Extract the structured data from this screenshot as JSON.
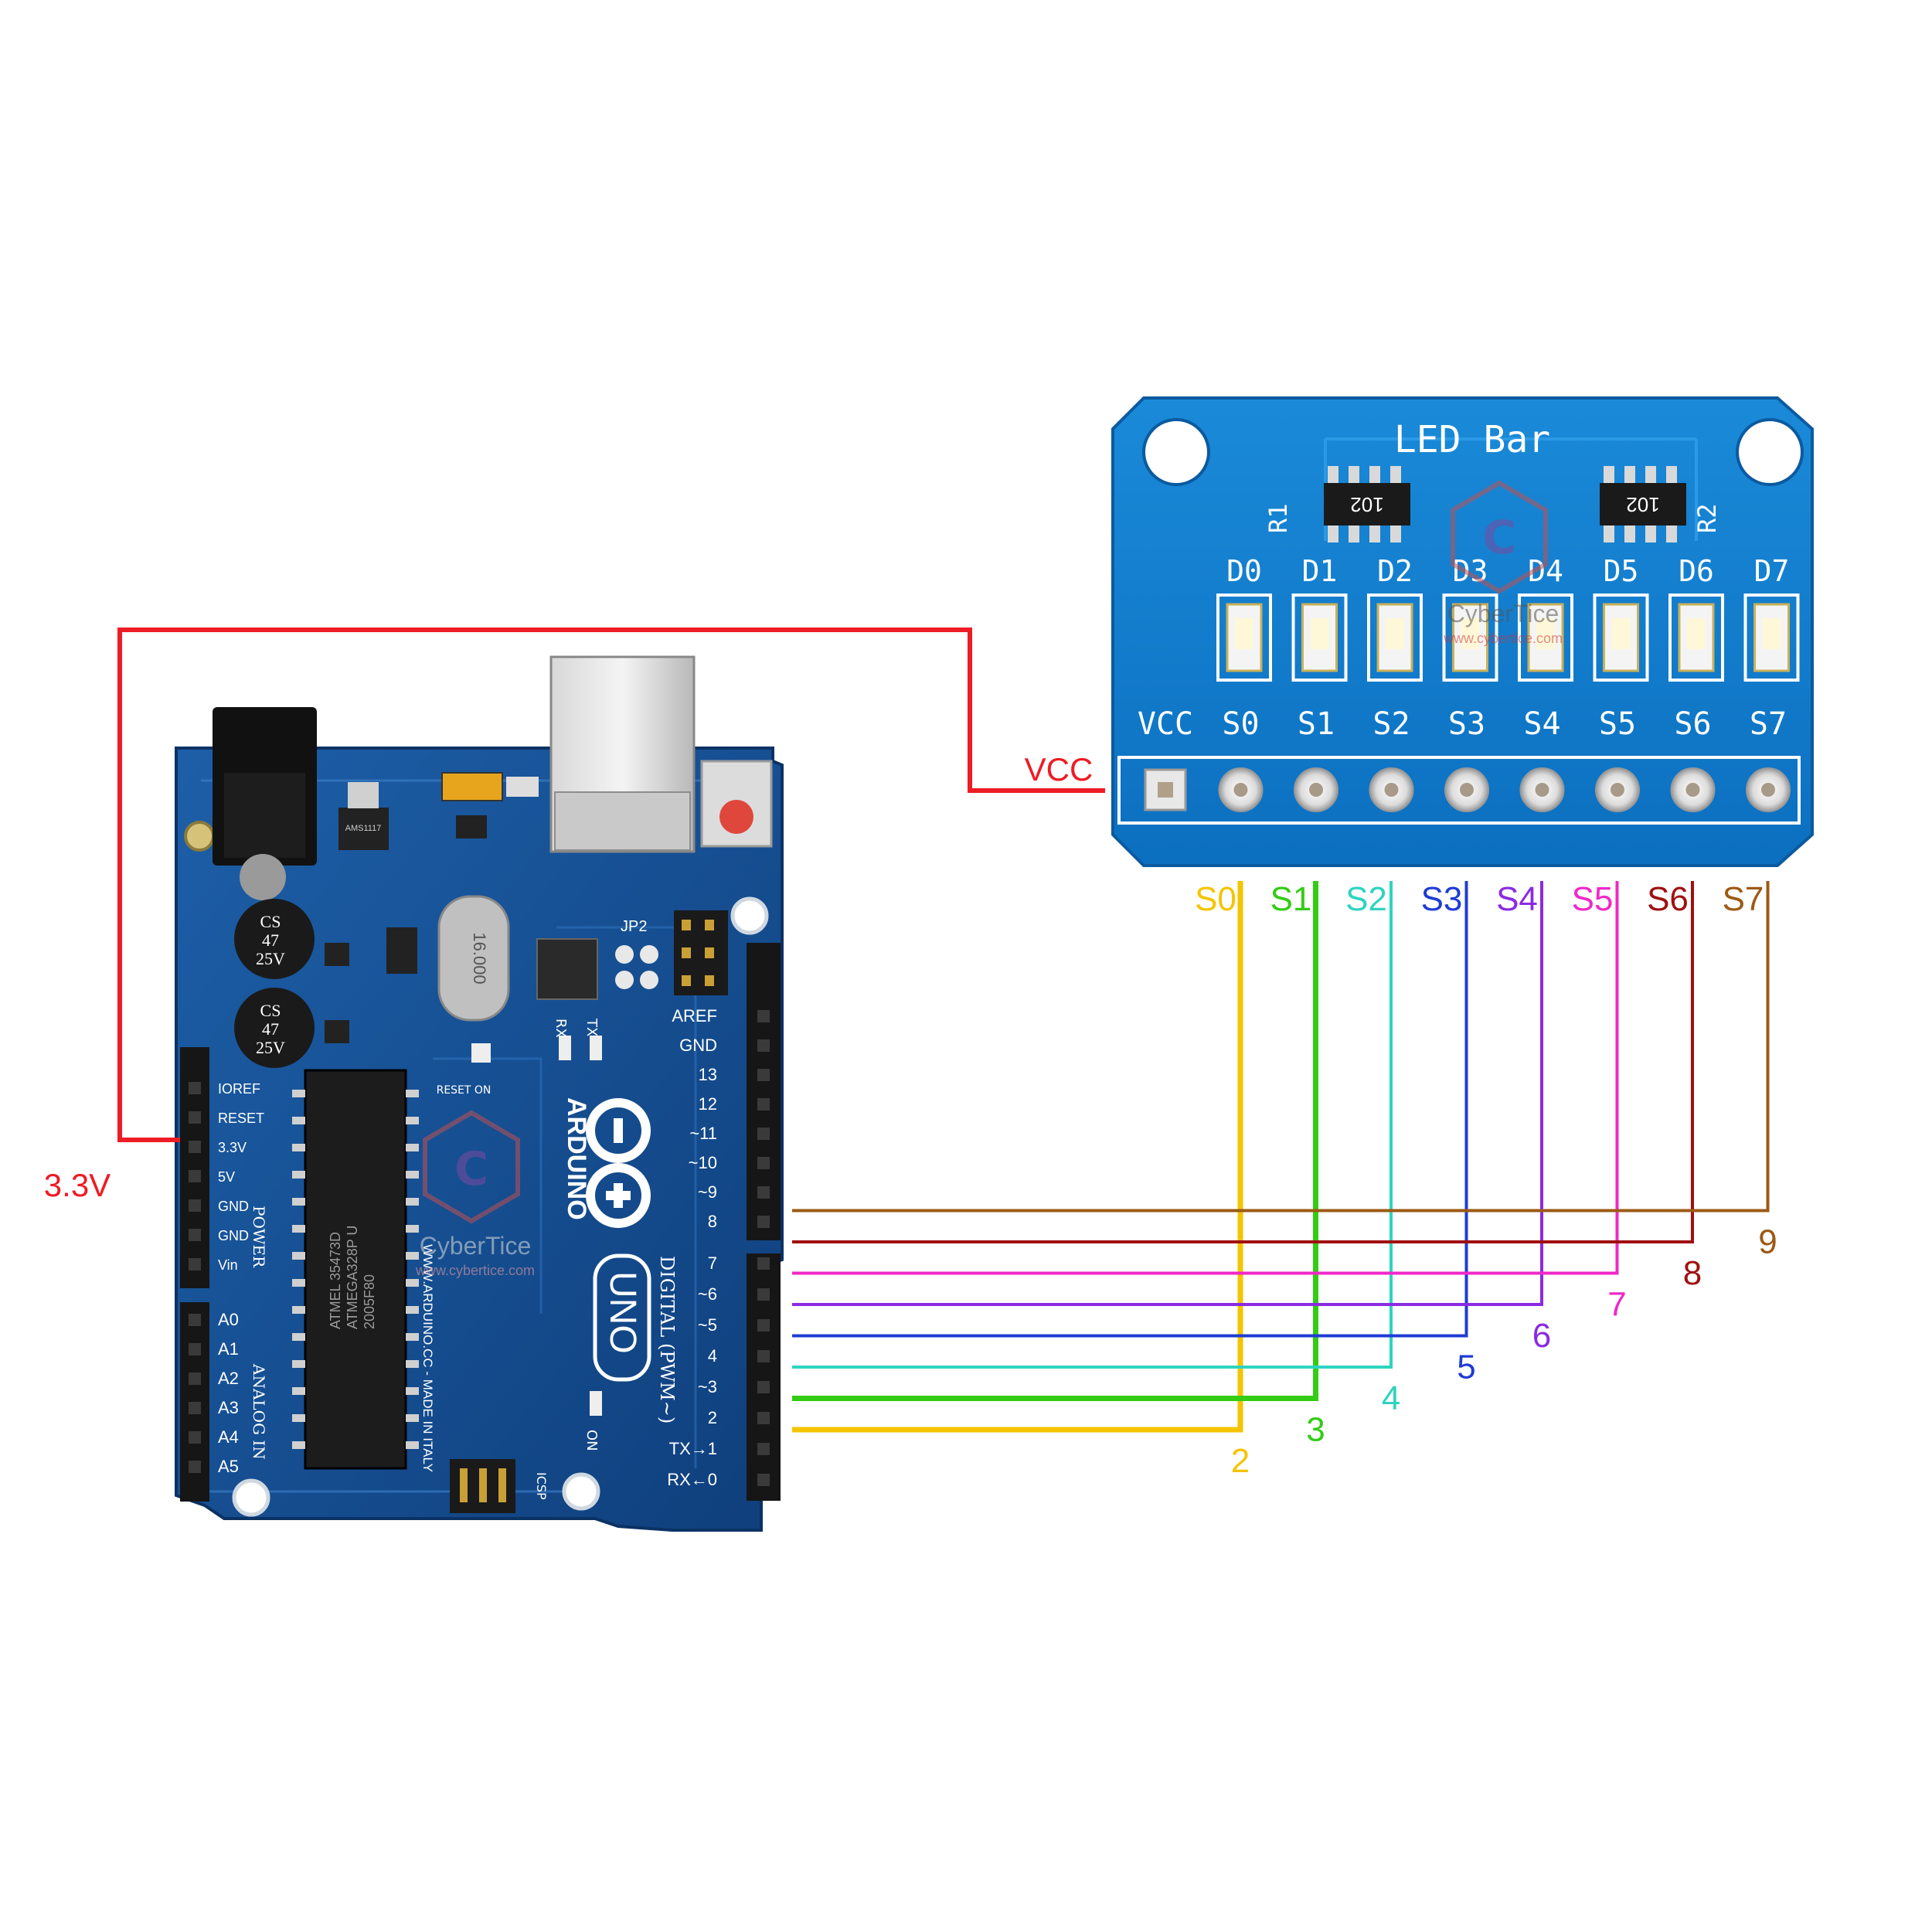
{
  "led_module": {
    "title": "LED Bar",
    "resistors": [
      {
        "designator": "R1",
        "marking": "102"
      },
      {
        "designator": "R2",
        "marking": "102"
      }
    ],
    "leds": [
      "D0",
      "D1",
      "D2",
      "D3",
      "D4",
      "D5",
      "D6",
      "D7"
    ],
    "pins": [
      "VCC",
      "S0",
      "S1",
      "S2",
      "S3",
      "S4",
      "S5",
      "S6",
      "S7"
    ]
  },
  "arduino": {
    "brand": "ARDUINO",
    "model": "UNO",
    "made_in": "WWW.ARDUINO.CC - MADE IN ITALY",
    "chip_lines": [
      "ATMEL 35473D",
      "ATMEGA328P U",
      "2005F80"
    ],
    "regulator": "AMS1117",
    "crystal": "16.000",
    "capacitor_lines": [
      "CS",
      "47",
      "25V"
    ],
    "power_header_label": "POWER",
    "analog_header_label": "ANALOG IN",
    "digital_header_label": "DIGITAL (PWM~)",
    "power_pins": [
      "IOREF",
      "RESET",
      "3.3V",
      "5V",
      "GND",
      "GND",
      "Vin"
    ],
    "analog_pins": [
      "A0",
      "A1",
      "A2",
      "A3",
      "A4",
      "A5"
    ],
    "digital_upper_pins": [
      "AREF",
      "GND",
      "13",
      "12",
      "~11",
      "~10",
      "~9",
      "8"
    ],
    "digital_lower_pins": [
      "7",
      "~6",
      "~5",
      "4",
      "~3",
      "2",
      "TX→1",
      "RX←0"
    ],
    "leds": [
      "RX",
      "TX",
      "ON"
    ],
    "reset_label": "RESET ON",
    "jumper_label": "JP2",
    "icsp_label": "ICSP"
  },
  "connections": {
    "power_from_label": "3.3V",
    "power_to_label": "VCC",
    "power_color": "#ee1c24",
    "wires": [
      {
        "module_pin": "S0",
        "arduino_pin": "2",
        "color": "#f5c400"
      },
      {
        "module_pin": "S1",
        "arduino_pin": "3",
        "color": "#33cc14"
      },
      {
        "module_pin": "S2",
        "arduino_pin": "4",
        "color": "#2ed4c0"
      },
      {
        "module_pin": "S3",
        "arduino_pin": "5",
        "color": "#1f3cd4"
      },
      {
        "module_pin": "S4",
        "arduino_pin": "6",
        "color": "#8a2be2"
      },
      {
        "module_pin": "S5",
        "arduino_pin": "7",
        "color": "#f028c8"
      },
      {
        "module_pin": "S6",
        "arduino_pin": "8",
        "color": "#a01010"
      },
      {
        "module_pin": "S7",
        "arduino_pin": "9",
        "color": "#9c5a14"
      }
    ]
  },
  "watermark": {
    "name": "CyberTice",
    "url": "www.cybertice.com"
  }
}
